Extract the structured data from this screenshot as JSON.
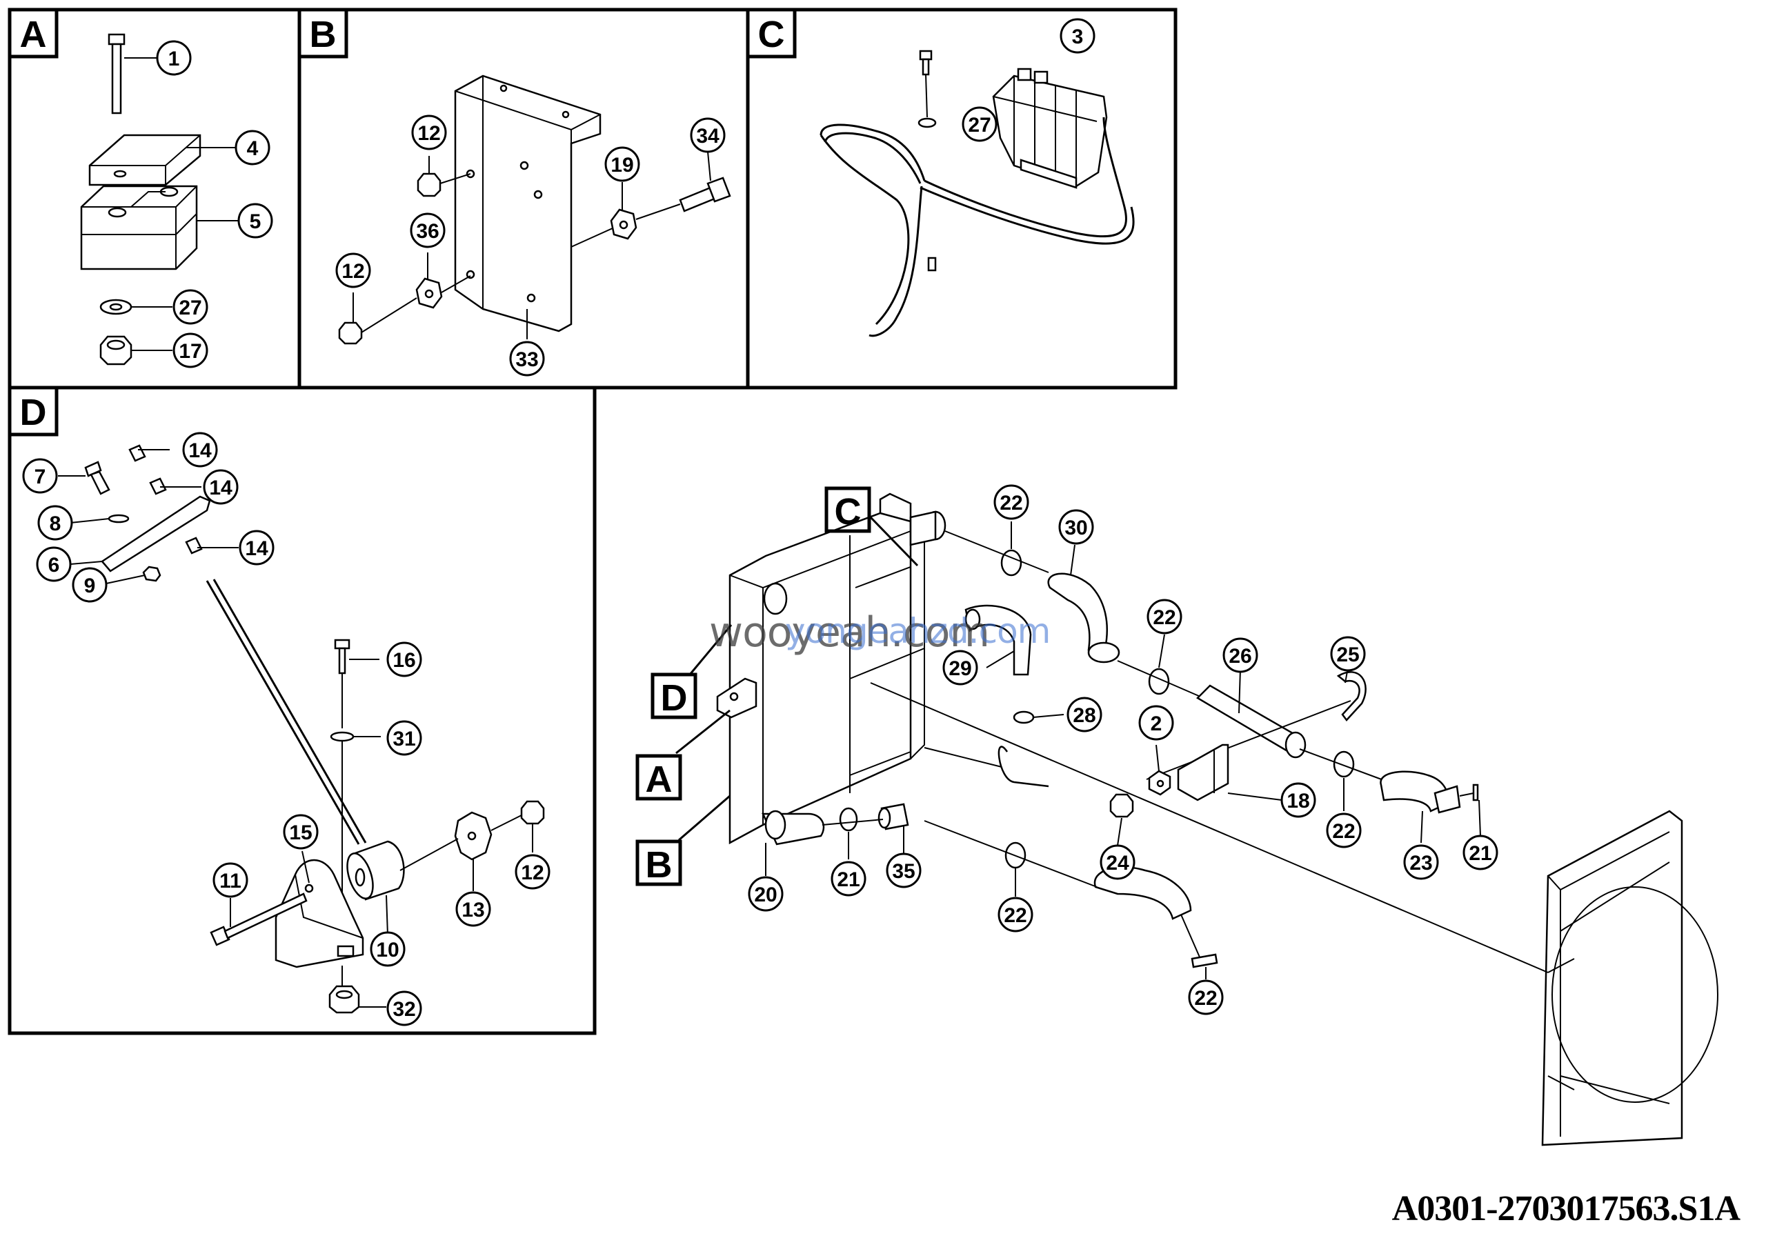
{
  "panels": {
    "A": "A",
    "B": "B",
    "C": "C",
    "D": "D"
  },
  "callouts": {
    "a1": "1",
    "a4": "4",
    "a5": "5",
    "a27": "27",
    "a17": "17",
    "b12a": "12",
    "b12b": "12",
    "b36": "36",
    "b19": "19",
    "b34": "34",
    "b33": "33",
    "c3": "3",
    "c27": "27",
    "d14a": "14",
    "d14b": "14",
    "d14c": "14",
    "d7": "7",
    "d8": "8",
    "d6": "6",
    "d9": "9",
    "d16": "16",
    "d31": "31",
    "d15": "15",
    "d11": "11",
    "d10": "10",
    "d13": "13",
    "d12": "12",
    "d32": "32",
    "m22a": "22",
    "m30": "30",
    "m22b": "22",
    "m26": "26",
    "m25": "25",
    "m29": "29",
    "m28": "28",
    "m2": "2",
    "m18": "18",
    "m22c": "22",
    "m24": "24",
    "m23": "23",
    "m21a": "21",
    "m20": "20",
    "m21b": "21",
    "m35": "35",
    "m22d": "22",
    "m22e": "22"
  },
  "main_labels": {
    "C": "C",
    "D": "D",
    "A": "A",
    "B": "B"
  },
  "watermark": {
    "primary": "wooyeah.com",
    "secondary": "yongeahzd.com"
  },
  "drawing_code": "A0301-2703017563.S1A"
}
